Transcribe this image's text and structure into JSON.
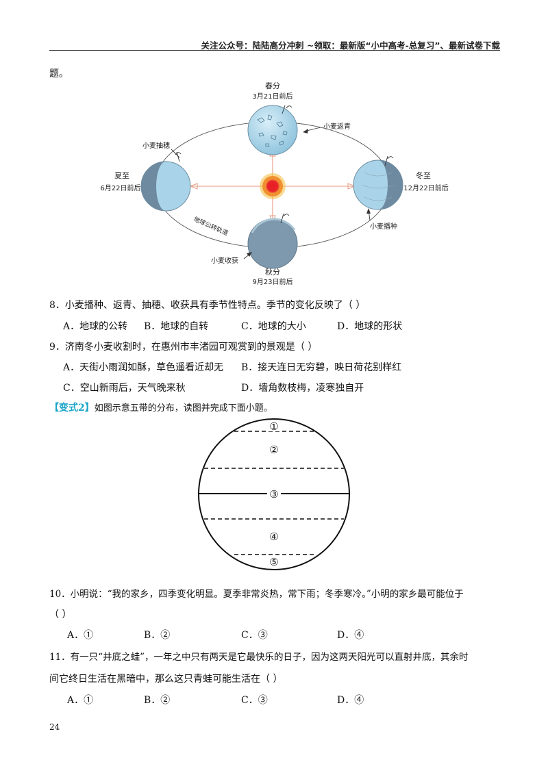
{
  "header": {
    "text": "关注公众号：陆陆高分冲刺  ~领取：最新版“小中高考-总复习”、最新试卷下载"
  },
  "lead_text": "题。",
  "figure1": {
    "spring_title": "春分",
    "spring_date": "3月21日前后",
    "summer_title": "夏至",
    "summer_date": "6月22日前后",
    "winter_title": "冬至",
    "winter_date": "12月22日前后",
    "autumn_title": "秋分",
    "autumn_date": "9月23日前后",
    "label_heading": "小麦抽穗",
    "label_regreen": "小麦返青",
    "label_sowing": "小麦播种",
    "label_harvest": "小麦收获",
    "label_orbit": "地球公转轨道"
  },
  "q8": {
    "stem": "8．小麦播种、返青、抽穗、收获具有季节性特点。季节的变化反映了（   ）",
    "a": "A．地球的公转",
    "b": "B．地球的自转",
    "c": "C．地球的大小",
    "d": "D．地球的形状"
  },
  "q9": {
    "stem": "9．济南冬小麦收割时，在惠州市丰渚园可观赏到的景观是（   ）",
    "a": "A．天街小雨润如酥，草色遥看近却无",
    "b": "B．接天连日无穷碧，映日荷花别样红",
    "c": "C．空山新雨后，天气晚来秋",
    "d": "D．墙角数枝梅，凌寒独自开"
  },
  "variant2": {
    "tag": "【变式2】",
    "body": "如图示意五带的分布，读图并完成下面小题。"
  },
  "figure2": {
    "z1": "①",
    "z2": "②",
    "z3": "③",
    "z4": "④",
    "z5": "⑤"
  },
  "q10": {
    "stem_line1": "10．小明说：“我的家乡，四季变化明显。夏季非常炎热，常下雨；冬季寒冷。”小明的家乡最可能位于",
    "stem_line2": "（   ）",
    "a": "A．①",
    "b": "B．②",
    "c": "C．③",
    "d": "D．④"
  },
  "q11": {
    "stem_line1": "11．有一只“井底之蛙”，一年之中只有两天是它最快乐的日子，因为这两天阳光可以直射井底，其余时",
    "stem_line2": "间它终日生活在黑暗中，那么这只青蛙可能生活在（   ）",
    "a": "A．①",
    "b": "B．②",
    "c": "C．③",
    "d": "D．④"
  },
  "page_number": "24"
}
